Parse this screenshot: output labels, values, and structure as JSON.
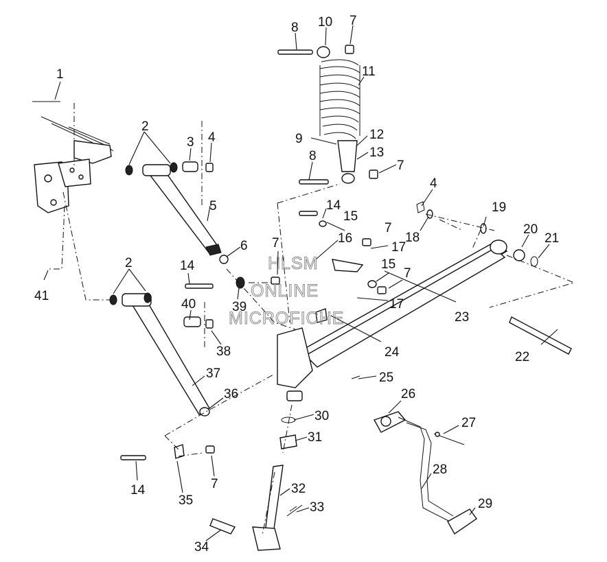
{
  "watermark": [
    "HLSM",
    "ONLINE",
    "MICROFICHE"
  ],
  "callouts": [
    {
      "name": "callout-1",
      "text": "1"
    },
    {
      "name": "callout-2-upper",
      "text": "2"
    },
    {
      "name": "callout-3",
      "text": "3"
    },
    {
      "name": "callout-4-upper",
      "text": "4"
    },
    {
      "name": "callout-5",
      "text": "5"
    },
    {
      "name": "callout-6",
      "text": "6"
    },
    {
      "name": "callout-7-a",
      "text": "7"
    },
    {
      "name": "callout-7-b",
      "text": "7"
    },
    {
      "name": "callout-7-c",
      "text": "7"
    },
    {
      "name": "callout-7-d",
      "text": "7"
    },
    {
      "name": "callout-7-e",
      "text": "7"
    },
    {
      "name": "callout-7-f",
      "text": "7"
    },
    {
      "name": "callout-8-upper",
      "text": "8"
    },
    {
      "name": "callout-8-lower",
      "text": "8"
    },
    {
      "name": "callout-9",
      "text": "9"
    },
    {
      "name": "callout-10",
      "text": "10"
    },
    {
      "name": "callout-11",
      "text": "11"
    },
    {
      "name": "callout-12",
      "text": "12"
    },
    {
      "name": "callout-13",
      "text": "13"
    },
    {
      "name": "callout-14-a",
      "text": "14"
    },
    {
      "name": "callout-14-b",
      "text": "14"
    },
    {
      "name": "callout-14-c",
      "text": "14"
    },
    {
      "name": "callout-15-a",
      "text": "15"
    },
    {
      "name": "callout-15-b",
      "text": "15"
    },
    {
      "name": "callout-16",
      "text": "16"
    },
    {
      "name": "callout-17-a",
      "text": "17"
    },
    {
      "name": "callout-17-b",
      "text": "17"
    },
    {
      "name": "callout-18",
      "text": "18"
    },
    {
      "name": "callout-4-right",
      "text": "4"
    },
    {
      "name": "callout-19",
      "text": "19"
    },
    {
      "name": "callout-20",
      "text": "20"
    },
    {
      "name": "callout-21",
      "text": "21"
    },
    {
      "name": "callout-22",
      "text": "22"
    },
    {
      "name": "callout-23",
      "text": "23"
    },
    {
      "name": "callout-24",
      "text": "24"
    },
    {
      "name": "callout-25",
      "text": "25"
    },
    {
      "name": "callout-26",
      "text": "26"
    },
    {
      "name": "callout-27",
      "text": "27"
    },
    {
      "name": "callout-28",
      "text": "28"
    },
    {
      "name": "callout-29",
      "text": "29"
    },
    {
      "name": "callout-30",
      "text": "30"
    },
    {
      "name": "callout-31",
      "text": "31"
    },
    {
      "name": "callout-32",
      "text": "32"
    },
    {
      "name": "callout-33",
      "text": "33"
    },
    {
      "name": "callout-34",
      "text": "34"
    },
    {
      "name": "callout-35",
      "text": "35"
    },
    {
      "name": "callout-36",
      "text": "36"
    },
    {
      "name": "callout-37",
      "text": "37"
    },
    {
      "name": "callout-38",
      "text": "38"
    },
    {
      "name": "callout-39",
      "text": "39"
    },
    {
      "name": "callout-40",
      "text": "40"
    },
    {
      "name": "callout-2-lower",
      "text": "2"
    },
    {
      "name": "callout-41",
      "text": "41"
    }
  ]
}
